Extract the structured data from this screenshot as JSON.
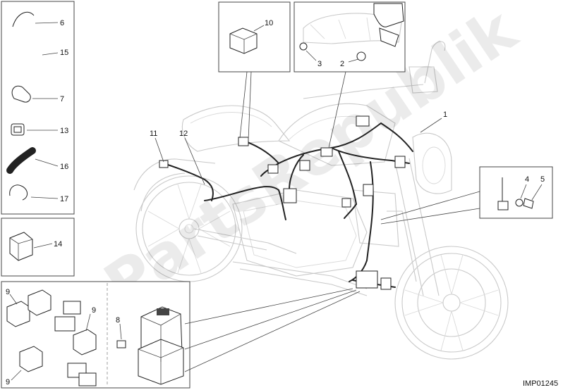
{
  "diagram": {
    "reference_code": "IMP01245",
    "watermark": "PartsRepublik",
    "callouts": {
      "c1": "1",
      "c2": "2",
      "c3": "3",
      "c4": "4",
      "c5": "5",
      "c6": "6",
      "c7": "7",
      "c8": "8",
      "c9a": "9",
      "c9b": "9",
      "c9c": "9",
      "c10": "10",
      "c11": "11",
      "c12": "12",
      "c13": "13",
      "c14": "14",
      "c15": "15",
      "c16": "16",
      "c17": "17"
    }
  }
}
